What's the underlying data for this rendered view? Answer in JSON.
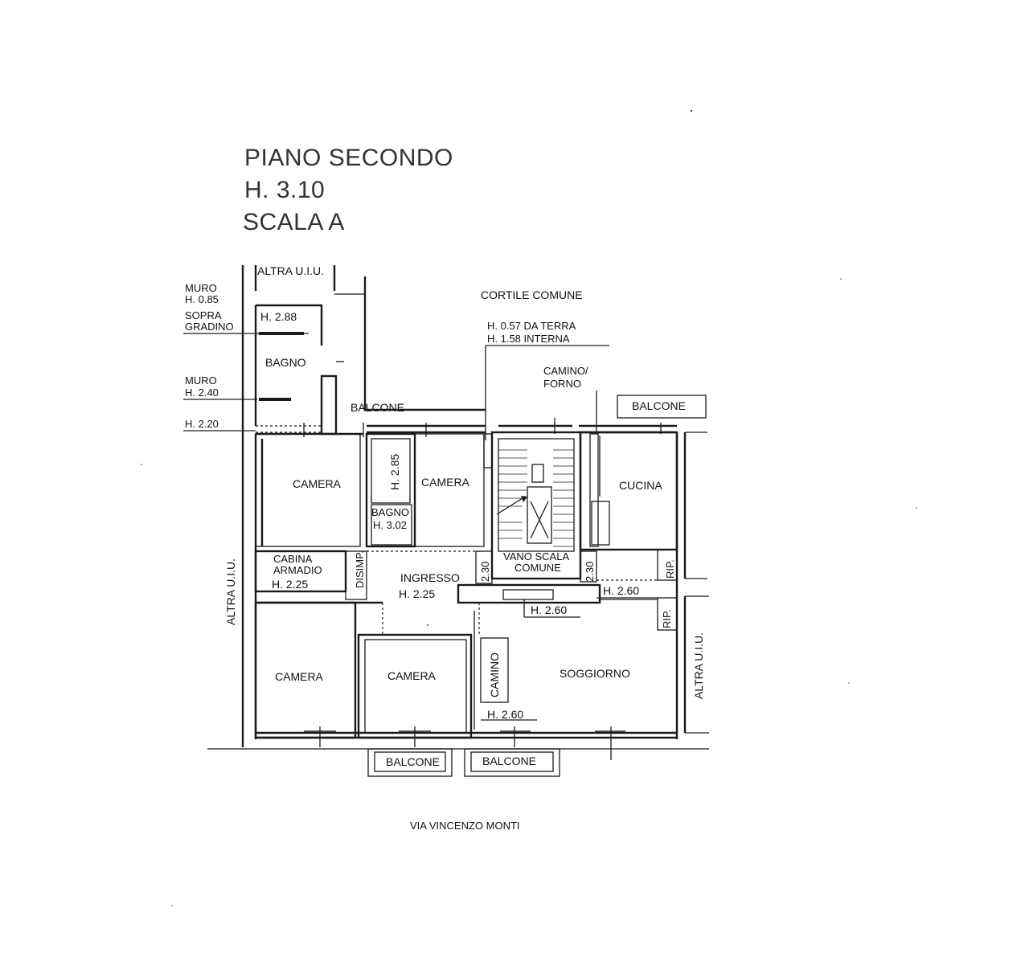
{
  "header": {
    "floor": "PIANO SECONDO",
    "height": "H. 3.10",
    "stair": "SCALA A"
  },
  "labels": {
    "altra_uiu_top": "ALTRA U.I.U.",
    "altra_uiu_left": "ALTRA U.I.U.",
    "altra_uiu_right": "ALTRA U.I.U.",
    "cortile_comune": "CORTILE COMUNE",
    "muro": "MURO",
    "muro_h085": "H. 0.85",
    "sopra": "SOPRA",
    "gradino": "GRADINO",
    "muro2": "MURO",
    "muro_h240": "H. 2.40",
    "h220": "H. 2.20",
    "bagno_h288": "H. 2.88",
    "bagno_top": "BAGNO",
    "balcone_top_left": "BALCONE",
    "h057": "H. 0.57 DA TERRA",
    "h158": "H. 1.58 INTERNA",
    "camino_forno_1": "CAMINO/",
    "camino_forno_2": "FORNO",
    "balcone_top_right": "BALCONE",
    "camera_1": "CAMERA",
    "h285": "H. 2.85",
    "camera_2": "CAMERA",
    "bagno_2": "BAGNO",
    "h302": "H. 3.02",
    "cucina": "CUCINA",
    "cabina_1": "CABINA",
    "cabina_2": "ARMADIO",
    "cabina_h": "H. 2.25",
    "disimp": "DISIMP.",
    "ingresso": "INGRESSO",
    "ingresso_h": "H. 2.25",
    "h230_a": "2.30",
    "vano_scala_1": "VANO SCALA",
    "vano_scala_2": "COMUNE",
    "h230_b": "2.30",
    "rip_1": "RIP.",
    "h260_a": "H. 2.60",
    "h260_b": "H. 2.60",
    "rip_2": "RIP.",
    "camera_3": "CAMERA",
    "camera_4": "CAMERA",
    "camino": "CAMINO",
    "soggiorno": "SOGGIORNO",
    "h260_c": "H. 2.60",
    "balcone_bottom_left": "BALCONE",
    "balcone_bottom_right": "BALCONE",
    "via": "VIA VINCENZO MONTI"
  }
}
